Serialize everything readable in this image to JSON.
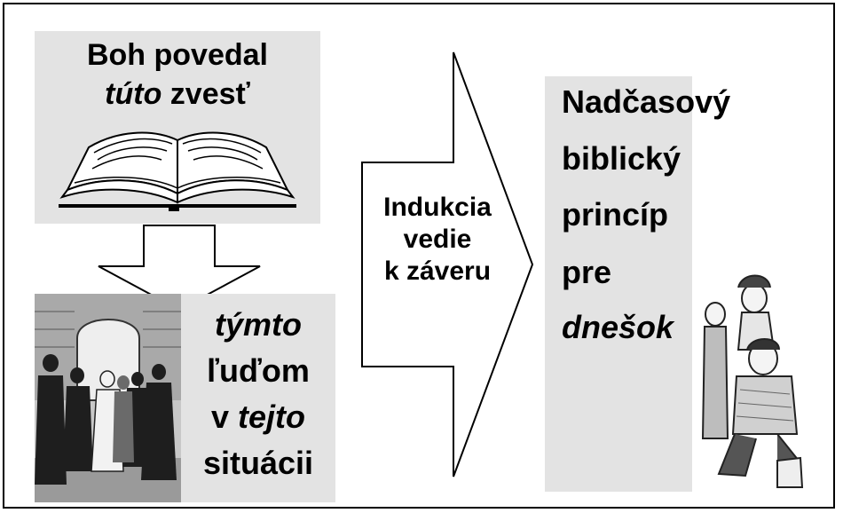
{
  "top_box": {
    "line1": "Boh povedal",
    "line2_italic": "túto",
    "line2_rest": " zvesť"
  },
  "bottom_box": {
    "line1_italic": "týmto",
    "line2": "ľuďom",
    "line3_prefix": "v ",
    "line3_italic": "tejto",
    "line4": "situácii"
  },
  "arrow_label": {
    "line1": "Indukcia",
    "line2": "vedie",
    "line3": "k záveru"
  },
  "right_box": {
    "line1": "Nadčasový",
    "line2": "biblický",
    "line3": "princíp",
    "line4": "pre",
    "line5_italic": "dnešok"
  },
  "icons": [
    "open-bible-icon",
    "down-arrow",
    "right-arrow",
    "crowd-illustration",
    "father-child-illustration"
  ]
}
